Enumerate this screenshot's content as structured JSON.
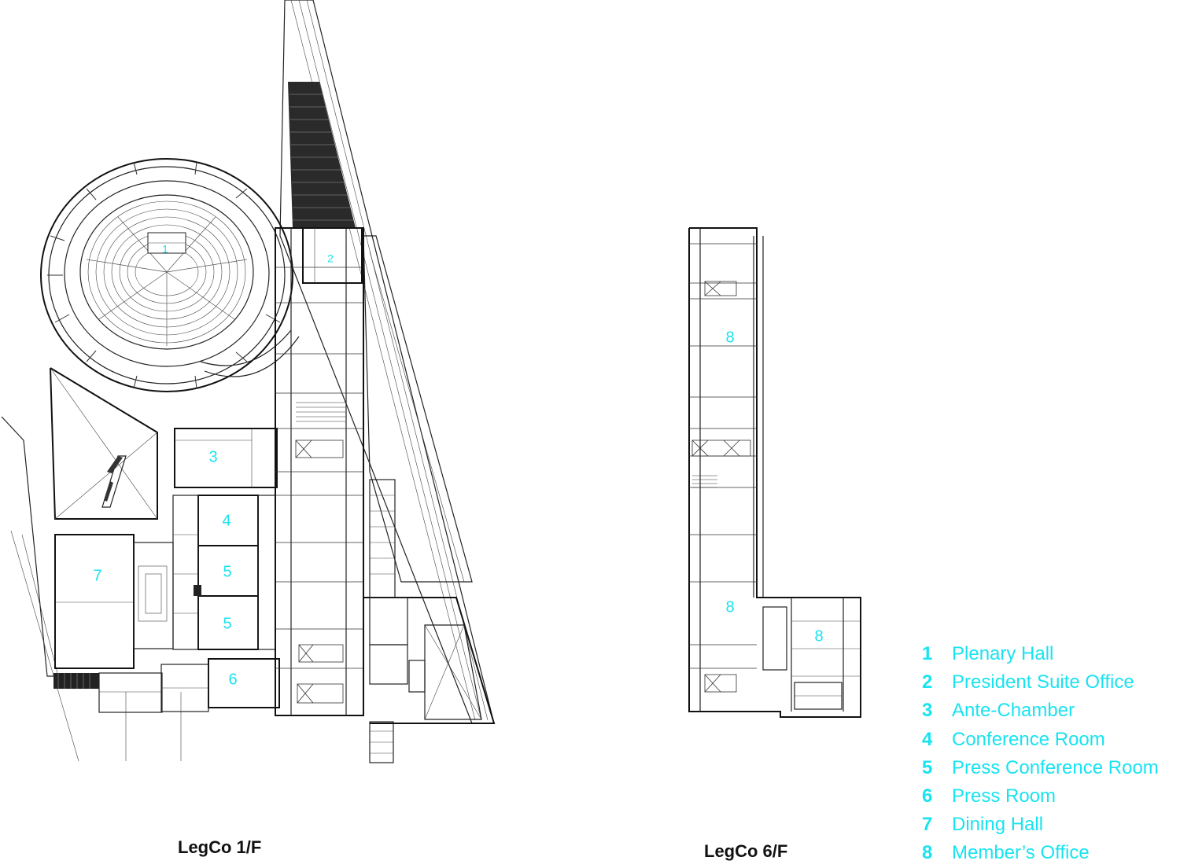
{
  "plans": {
    "first_floor": {
      "caption": "LegCo 1/F",
      "markers": [
        "1",
        "2",
        "3",
        "4",
        "5",
        "5",
        "6",
        "7"
      ]
    },
    "sixth_floor": {
      "caption": "LegCo 6/F",
      "markers": [
        "8",
        "8",
        "8"
      ]
    }
  },
  "legend": {
    "items": [
      {
        "num": "1",
        "label": "Plenary Hall"
      },
      {
        "num": "2",
        "label": "President Suite Office"
      },
      {
        "num": "3",
        "label": "Ante-Chamber"
      },
      {
        "num": "4",
        "label": "Conference Room"
      },
      {
        "num": "5",
        "label": "Press Conference Room"
      },
      {
        "num": "6",
        "label": "Press Room"
      },
      {
        "num": "7",
        "label": "Dining Hall"
      },
      {
        "num": "8",
        "label": "Member’s Office"
      }
    ]
  },
  "colors": {
    "label_color": "#19e3f0",
    "line_color": "#222222",
    "background": "#ffffff"
  }
}
